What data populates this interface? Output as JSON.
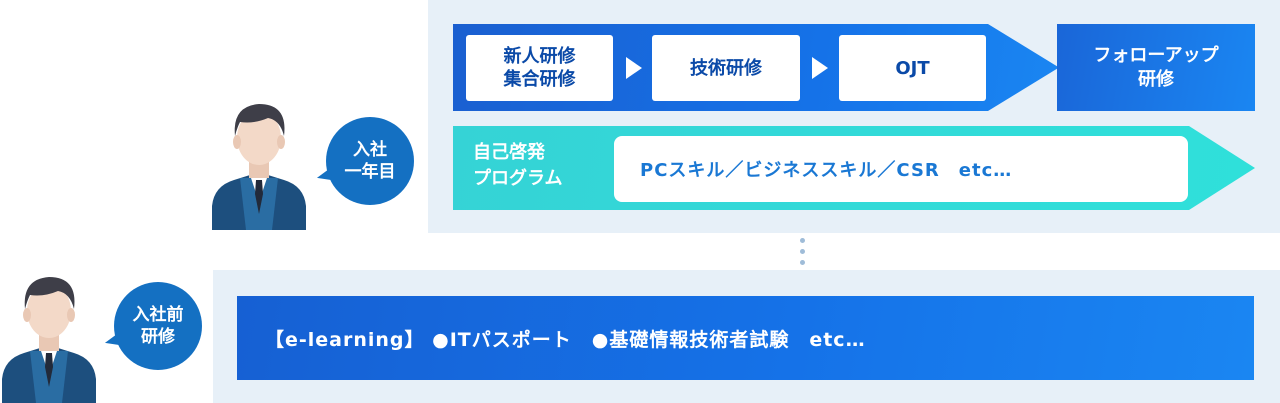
{
  "first_year": {
    "steps": [
      "新人研修\n集合研修",
      "技術研修",
      "OJT"
    ],
    "followup": "フォローアップ\n研修",
    "self_development": {
      "label": "自己啓発\nプログラム",
      "content": "PCスキル／ビジネススキル／CSR　etc…"
    },
    "bubble": "入社\n一年目"
  },
  "pre_entry": {
    "bubble": "入社前\n研修",
    "content": "【e-learning】 ●ITパスポート　●基礎情報技術者試験　etc…"
  },
  "colors": {
    "primary_blue": "#1572e8",
    "cyan": "#2fe0da",
    "panel_bg": "#e7f0f8",
    "bubble_blue": "#1470c2",
    "step_text": "#0b4aa8"
  },
  "icons": {
    "person_top": "businessman-icon",
    "person_bottom": "businessman-icon"
  }
}
